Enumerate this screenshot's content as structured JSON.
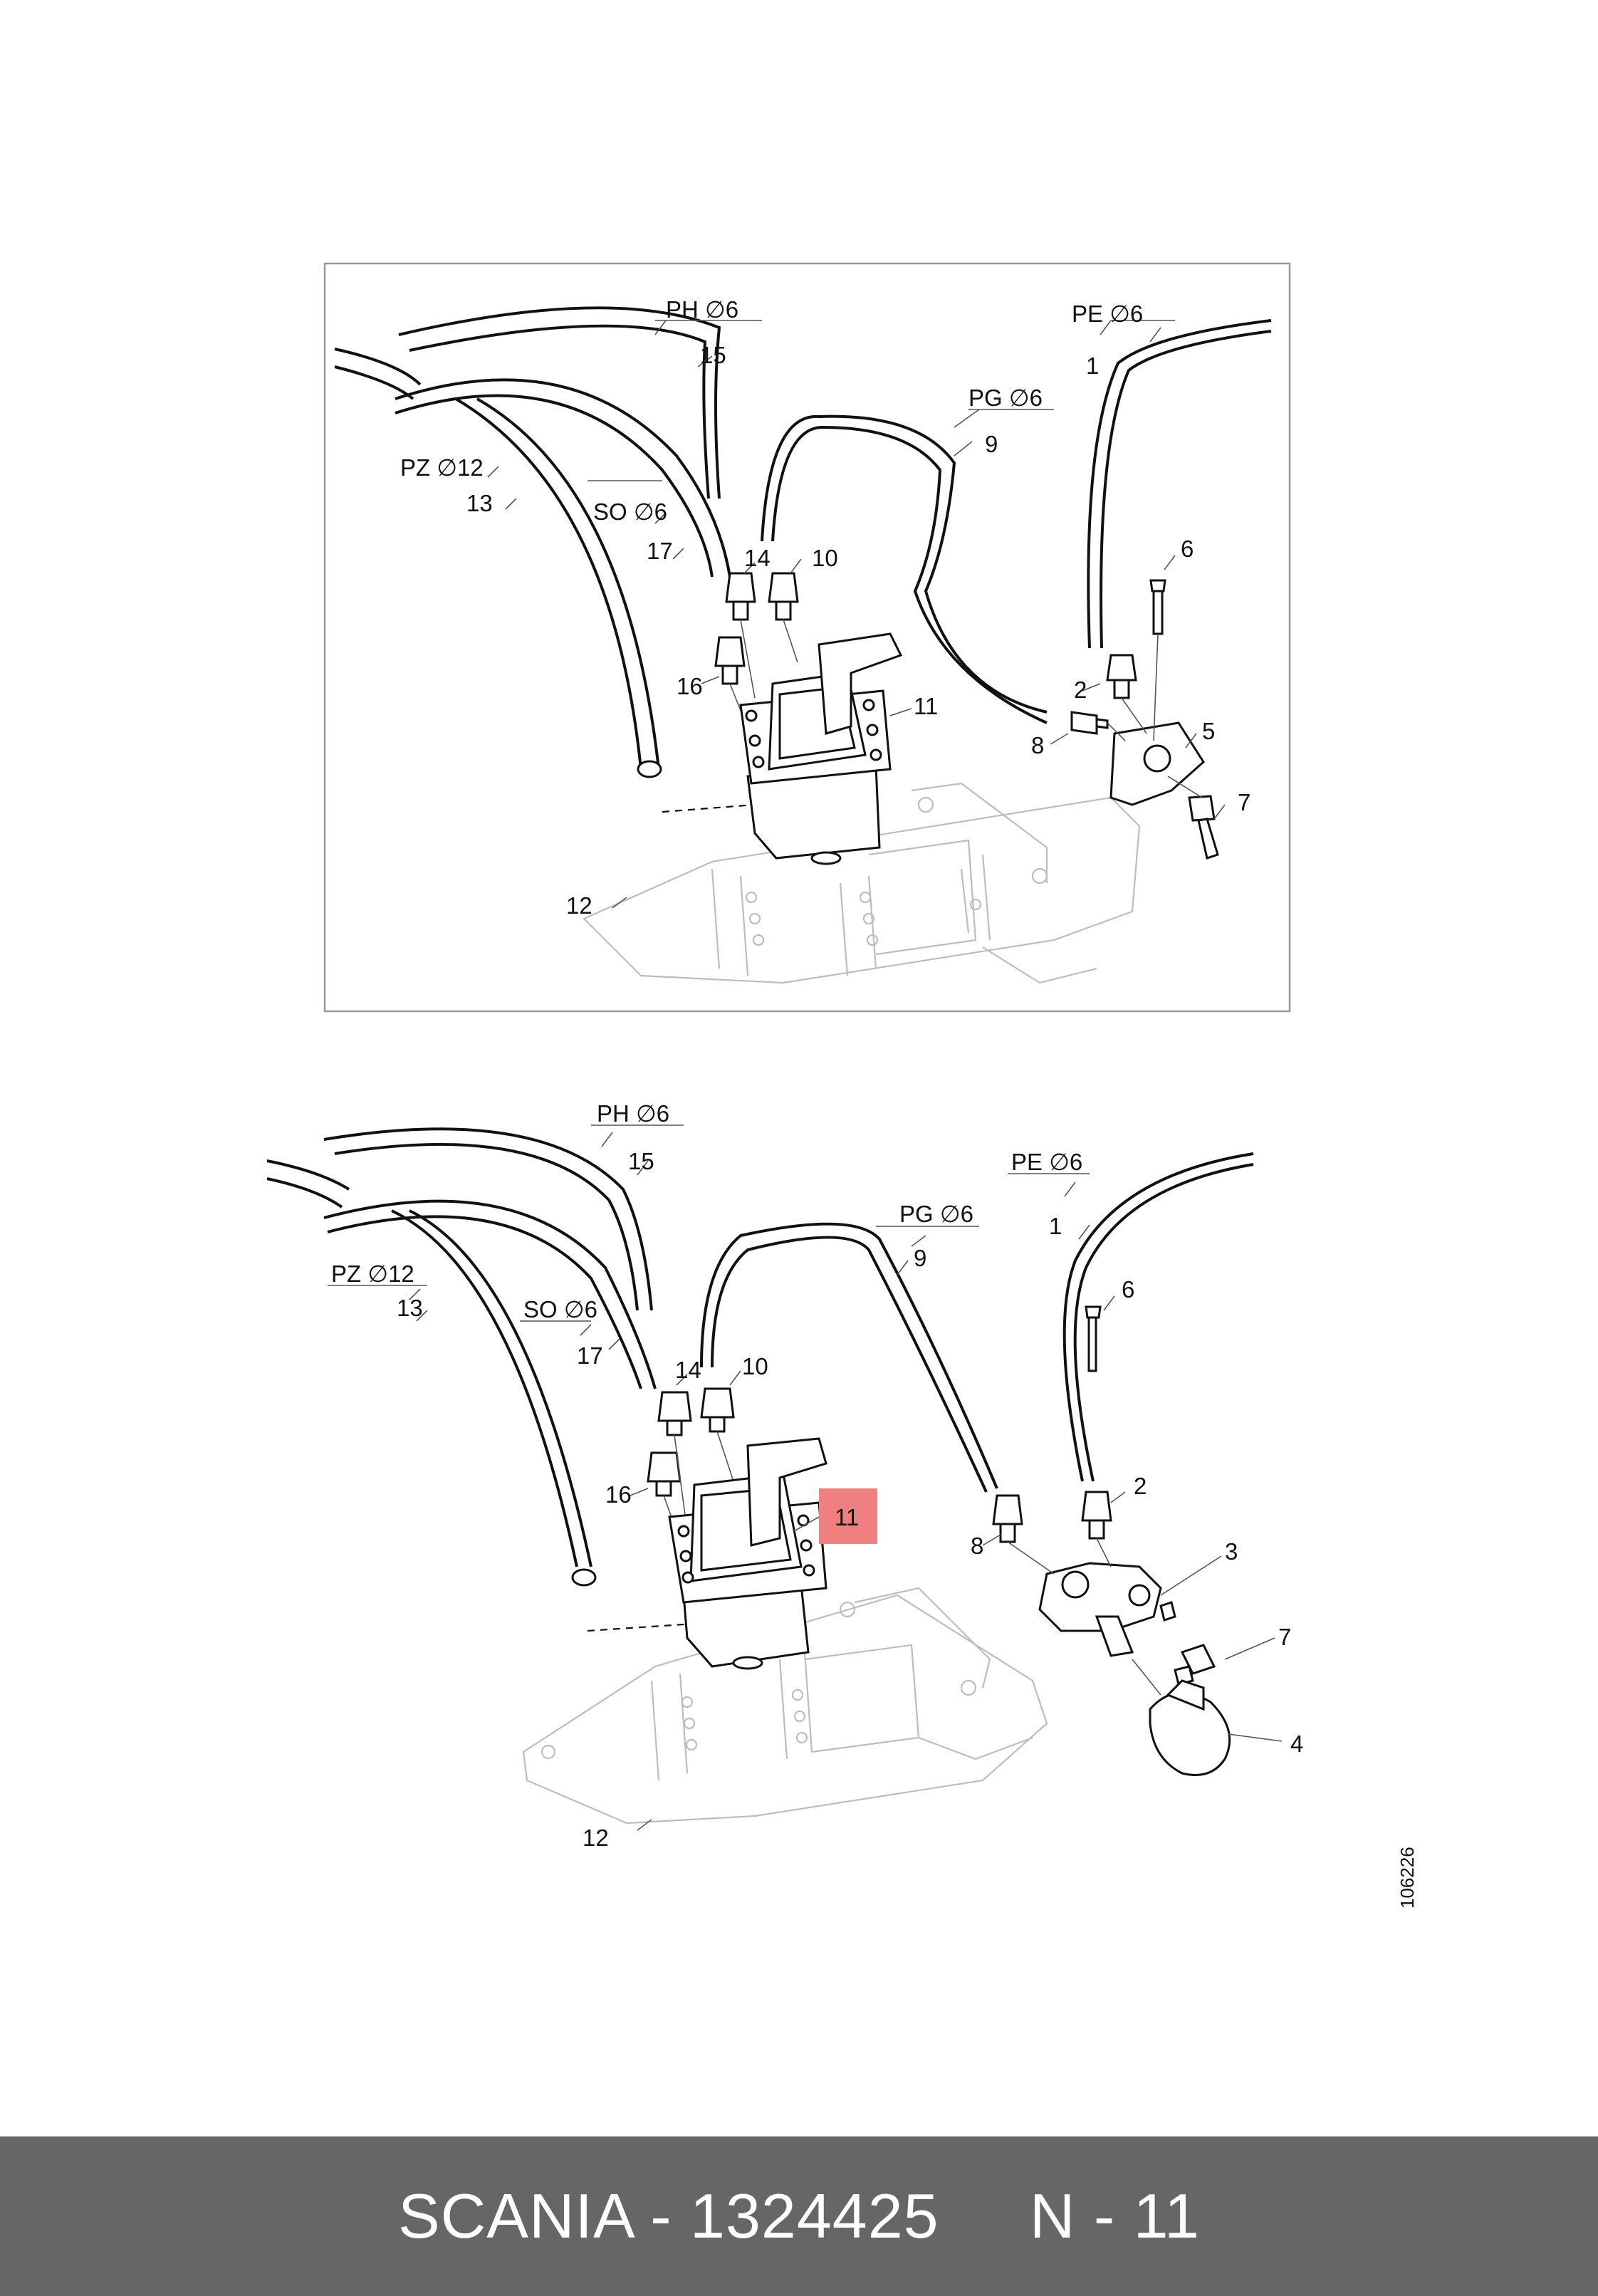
{
  "colors": {
    "highlight": "#f08080",
    "footer_bg": "#666666",
    "footer_text": "#ffffff"
  },
  "top_view": {
    "labels": {
      "ph": "PH ∅6",
      "n15": "15",
      "pe": "PE ∅6",
      "n1": "1",
      "pg": "PG ∅6",
      "n9": "9",
      "pz": "PZ ∅12",
      "n13": "13",
      "so": "SO ∅6",
      "n17": "17",
      "n14": "14",
      "n10": "10",
      "n6": "6",
      "n16": "16",
      "n11": "11",
      "n2": "2",
      "n5": "5",
      "n8": "8",
      "n7": "7",
      "n12": "12"
    }
  },
  "bottom_view": {
    "labels": {
      "ph": "PH ∅6",
      "n15": "15",
      "pe": "PE ∅6",
      "n1": "1",
      "pg": "PG ∅6",
      "n9": "9",
      "pz": "PZ ∅12",
      "n13": "13",
      "so": "SO ∅6",
      "n17": "17",
      "n14": "14",
      "n10": "10",
      "n6": "6",
      "n16": "16",
      "n11": "11",
      "n8": "8",
      "n2": "2",
      "n3": "3",
      "n7": "7",
      "n4": "4",
      "n12": "12"
    },
    "highlighted_part": "11"
  },
  "drawing_number": "106226",
  "footer": {
    "text": "SCANIA - 1324425     N - 11"
  }
}
